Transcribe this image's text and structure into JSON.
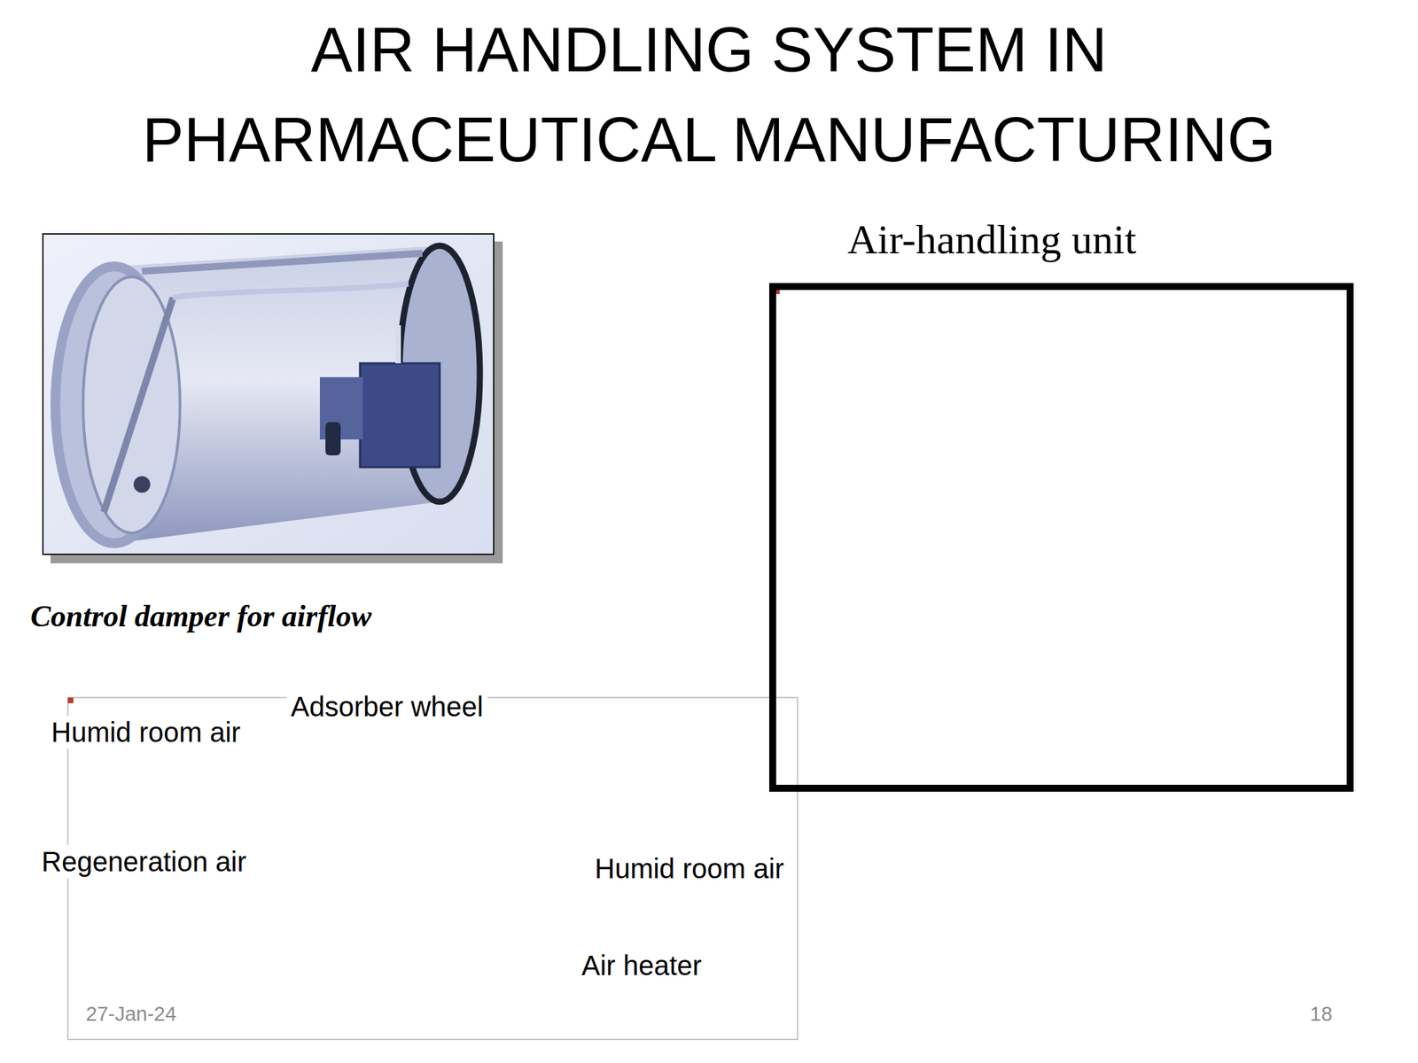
{
  "diagram": {
    "title": "AIR HANDLING SYSTEM IN PHARMACEUTICAL MANUFACTURING",
    "nodes": [
      {
        "text": [
          "Control damper for airflow"
        ]
      },
      {
        "text": [
          "Air-handling unit"
        ]
      }
    ],
    "labels": [
      "Humid room air",
      "Adsorber wheel",
      "Regeneration air",
      "Humid room air",
      "Air heater",
      "27-Jan-24",
      "18"
    ]
  }
}
